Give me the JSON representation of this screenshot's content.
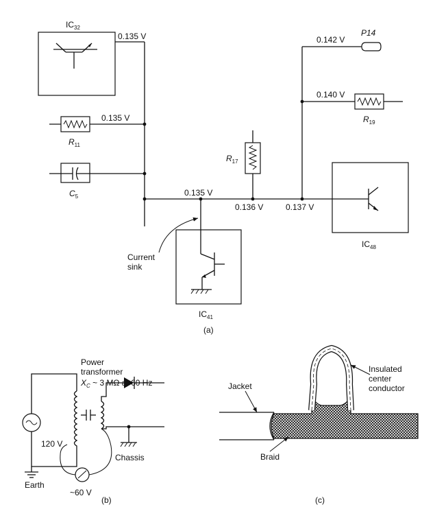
{
  "panel_a": {
    "ic32": {
      "base": "IC",
      "sub": "32"
    },
    "ic41": {
      "base": "IC",
      "sub": "41"
    },
    "ic48": {
      "base": "IC",
      "sub": "48"
    },
    "r11": {
      "base": "R",
      "sub": "11"
    },
    "r17": {
      "base": "R",
      "sub": "17"
    },
    "r19": {
      "base": "R",
      "sub": "19"
    },
    "c5": {
      "base": "C",
      "sub": "5"
    },
    "p14": "P14",
    "v_ic32": "0.135 V",
    "v_r11": "0.135 V",
    "v_bus": "0.135 V",
    "v_136": "0.136 V",
    "v_137": "0.137 V",
    "v_140": "0.140 V",
    "v_142": "0.142 V",
    "current_sink_1": "Current",
    "current_sink_2": "sink",
    "caption": "(a)"
  },
  "panel_b": {
    "title_1": "Power",
    "title_2": "transformer",
    "xc_prefix": "X",
    "xc_sub": "C",
    "xc_rest": " ~ 3 MΩ at 60 Hz",
    "v_source": "120 V",
    "earth": "Earth",
    "chassis": "Chassis",
    "meter": "~60 V",
    "caption": "(b)"
  },
  "panel_c": {
    "jacket": "Jacket",
    "braid": "Braid",
    "conductor_1": "Insulated",
    "conductor_2": "center",
    "conductor_3": "conductor",
    "caption": "(c)"
  }
}
